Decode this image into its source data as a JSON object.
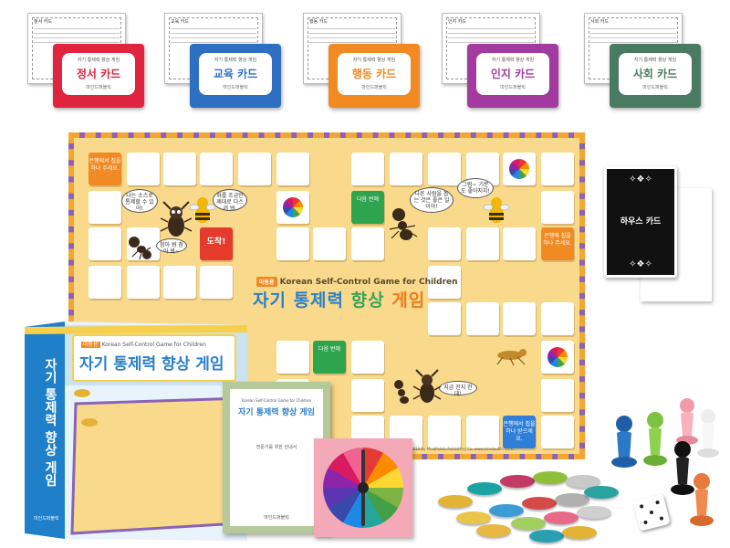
{
  "cards": [
    {
      "back_title": "정서 카드",
      "name": "정서 카드",
      "sub": "자기 통제력 향상 게임",
      "publisher": "마인드퍼블릭",
      "color": "#e0243f"
    },
    {
      "back_title": "교육 카드",
      "name": "교육 카드",
      "sub": "자기 통제력 향상 게임",
      "publisher": "마인드퍼블릭",
      "color": "#2f6fc2"
    },
    {
      "back_title": "행동 카드",
      "name": "행동 카드",
      "sub": "자기 통제력 향상 게임",
      "publisher": "마인드퍼블릭",
      "color": "#f18a22"
    },
    {
      "back_title": "인지 카드",
      "name": "인지 카드",
      "sub": "자기 통제력 향상 게임",
      "publisher": "마인드퍼블릭",
      "color": "#a33aa0"
    },
    {
      "back_title": "사회 카드",
      "name": "사회 카드",
      "sub": "자기 통제력 향상 게임",
      "publisher": "마인드퍼블릭",
      "color": "#4b7a63"
    }
  ],
  "board": {
    "sub_tag": "아동용",
    "subtitle": "Korean Self-Control Game for Children",
    "title_a": "자기 통제력",
    "title_b": "향상",
    "title_c": "게임",
    "footer": "Korean edition Copyright © 2016, 2019 by MindPublic Publishing Co. www.mindpublic.co.kr",
    "start_text": "은행에서 칩을 하나 주세요.",
    "go_back_text": "다음 번에",
    "arrive_text": "도착!",
    "orange_text": "은행에 칩을 하나 주세요.",
    "bank_text": "은행에서 칩을 하나 받으세요.",
    "bubbles": [
      "나는 소스로 통제할 수 있어!",
      "화를 조금만 제대로 다스려 봐.",
      "참아 봐 참아 봐~",
      "다른 사람을 돕는 것은 좋은 일이야!",
      "그럼~ 기분도 좋아지지!",
      "지금 진지 한데!"
    ]
  },
  "house_card": {
    "label": "하우스 카드"
  },
  "box": {
    "sub_tag": "아동용",
    "subtitle": "Korean Self-Control Game for Children",
    "title": "자기 통제력 향상 게임",
    "side_title": "자기 통제력 향상 게임",
    "brand": "마인드퍼블릭"
  },
  "rulebook": {
    "sub": "Korean Self-Control Game for Children",
    "title": "자기 통제력 향상 게임",
    "caption": "전문가를 위한 안내서",
    "publisher": "마인드퍼블릭"
  },
  "colors": {
    "board_bg": "#f9d98b",
    "board_border": "#8a63b7",
    "title_blue": "#2a7fc9",
    "title_green": "#3aa35b",
    "title_orange": "#ee7d1e"
  }
}
